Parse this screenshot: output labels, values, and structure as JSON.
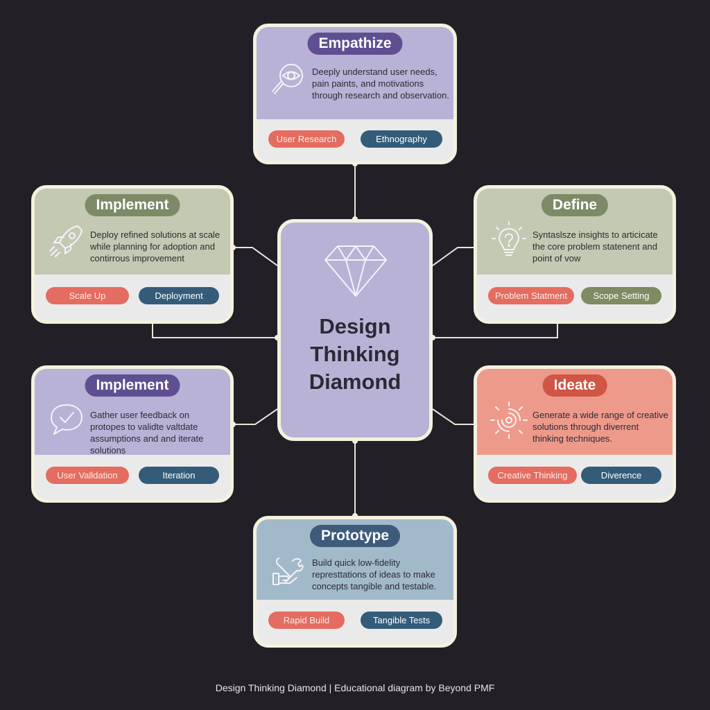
{
  "colors": {
    "background": "#222026",
    "card_border": "#f4f1de",
    "lavender": "#b8b2d6",
    "sage": "#c3c9b2",
    "coral": "#ee9a8b",
    "steel_blue": "#a2b9ca",
    "pill_purple": "#5f4f91",
    "pill_green": "#7d8a68",
    "pill_red": "#cf5545",
    "pill_blue": "#3e5b7c",
    "tag_coral": "#e46c60",
    "tag_navy": "#345c79",
    "tag_olive": "#7e8b63"
  },
  "center": {
    "icon": "diamond-icon",
    "title": "Design\nThinking\nDiamond"
  },
  "cards": {
    "empathize": {
      "title": "Empathize",
      "icon": "eye-magnifier-icon",
      "description": "Deeply understand user needs, pain paints, and motivations through research and observation.",
      "tags": [
        "User Research",
        "Ethnography"
      ]
    },
    "define": {
      "title": "Define",
      "icon": "lightbulb-question-icon",
      "description": "Syntaslsze insights to articicate the core problem statenent and point of vow",
      "tags": [
        "Problem Statment",
        "Scope Setting"
      ]
    },
    "ideate": {
      "title": "Ideate",
      "icon": "swirl-burst-icon",
      "description": "Generate a wide range of creative solutions through diverrent thinking techniques.",
      "tags": [
        "Creative Thinking",
        "Diverence"
      ]
    },
    "prototype": {
      "title": "Prototype",
      "icon": "hand-wrench-icon",
      "description": "Build quick low-fidelity represttations of ideas to make concepts tangible and testable.",
      "tags": [
        "Rapid Build",
        "Tangible Tests"
      ]
    },
    "implement_left": {
      "title": "Implement",
      "icon": "rocket-icon",
      "description": "Deploy refined solutions at scale while planning for adoption and contirrous improvement",
      "tags": [
        "Scale Up",
        "Deployment"
      ]
    },
    "test_left": {
      "title": "Implement",
      "icon": "speech-check-icon",
      "description": "Gather user feedback on protopes to validte valtdate assumptions and and iterate solutions",
      "tags": [
        "User Valldation",
        "Iteration"
      ]
    }
  },
  "caption": "Design Thinking Diamond | Educational diagram by Beyond PMF"
}
